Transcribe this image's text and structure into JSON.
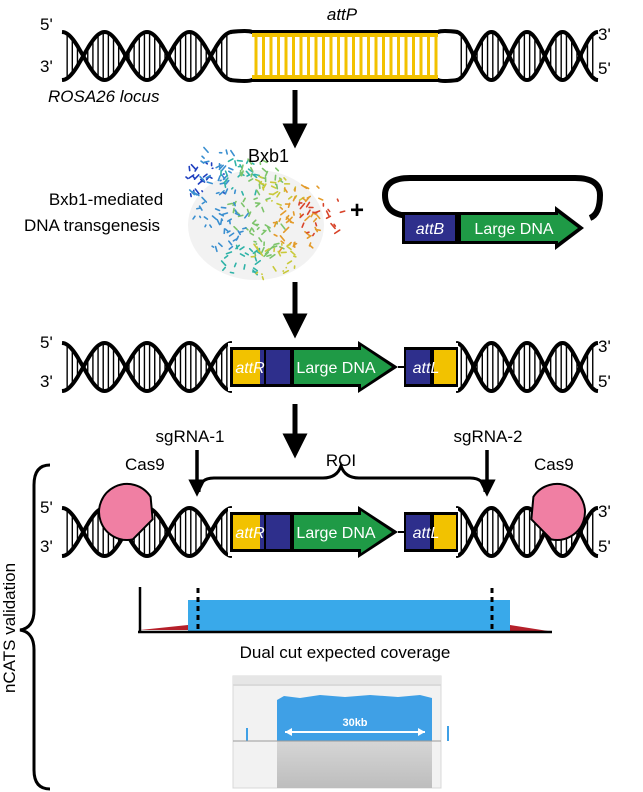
{
  "top": {
    "left_top_end": "5'",
    "left_bottom_end": "3'",
    "right_top_end": "3'",
    "right_bottom_end": "5'",
    "site_label": "attP",
    "locus_label": "ROSA26 locus"
  },
  "integration": {
    "enzyme_label": "Bxb1",
    "process_line1": "Bxb1-mediated",
    "process_line2": "DNA transgenesis",
    "plus": "+",
    "plasmid_site": "attB",
    "plasmid_cargo": "Large DNA"
  },
  "integrated": {
    "left_top_end": "5'",
    "left_bottom_end": "3'",
    "right_top_end": "3'",
    "right_bottom_end": "5'",
    "site_left": "attR",
    "cargo": "Large DNA",
    "site_right": "attL"
  },
  "validation": {
    "guide_left": "sgRNA-1",
    "guide_right": "sgRNA-2",
    "cas_left": "Cas9",
    "cas_right": "Cas9",
    "region_label": "ROI",
    "left_top_end": "5'",
    "left_bottom_end": "3'",
    "right_top_end": "3'",
    "right_bottom_end": "5'",
    "site_left": "attR",
    "cargo": "Large DNA",
    "site_right": "attL",
    "side_label": "nCATS validation",
    "coverage_caption": "Dual cut expected coverage",
    "size_label": "30kb"
  },
  "colors": {
    "att_yellow": "#f2c200",
    "att_blue": "#2e2f8c",
    "cargo_green": "#1f9a46",
    "cas9_pink": "#f07fa3",
    "coverage_blue": "#39a9ea",
    "background_red": "#b5202a"
  }
}
